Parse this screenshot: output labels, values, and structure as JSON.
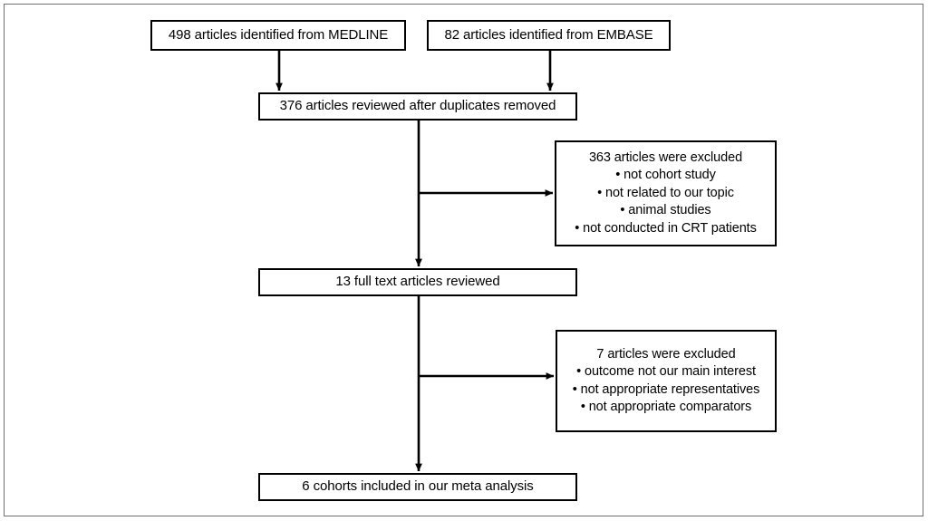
{
  "figure": {
    "type": "prisma-flow-diagram",
    "title": "",
    "colors": {
      "box_border": "#000000",
      "connector": "#000000",
      "background": "#ffffff",
      "frame_border": "#6f6f6f"
    }
  },
  "nodes": {
    "medline": {
      "id": "medline-source",
      "lines": [
        "498 articles identified from MEDLINE"
      ],
      "count": 498,
      "source": "MEDLINE"
    },
    "embase": {
      "id": "embase-source",
      "lines": [
        "82 articles identified from EMBASE"
      ],
      "count": 82,
      "source": "EMBASE"
    },
    "dedup": {
      "id": "duplicates-removed",
      "lines": [
        "376 articles reviewed after duplicates removed"
      ],
      "count": 376
    },
    "excluded_1": {
      "id": "first-exclusion",
      "count": 363,
      "lines": [
        "363 articles were excluded",
        "• not cohort study",
        "• not related to our topic",
        "• animal studies",
        "• not conducted in CRT patients"
      ]
    },
    "fulltext": {
      "id": "full-text-reviewed",
      "lines": [
        "13 full text articles reviewed"
      ],
      "count": 13
    },
    "excluded_2": {
      "id": "second-exclusion",
      "count": 7,
      "lines": [
        "7 articles were excluded",
        "• outcome not our main interest",
        "• not appropriate representatives",
        "• not appropriate comparators"
      ]
    },
    "included": {
      "id": "included-cohorts",
      "lines": [
        "6 cohorts included in our meta analysis"
      ],
      "count": 6
    }
  },
  "connectors": [
    {
      "name": "medline-to-dedup",
      "from": "medline",
      "to": "dedup",
      "kind": "vertical-arrow"
    },
    {
      "name": "embase-to-dedup",
      "from": "embase",
      "to": "dedup",
      "kind": "vertical-arrow"
    },
    {
      "name": "dedup-to-fulltext",
      "from": "dedup",
      "to": "fulltext",
      "kind": "vertical-arrow"
    },
    {
      "name": "dedup-to-excluded-1",
      "from": "dedup",
      "to": "excluded_1",
      "kind": "horizontal-arrow"
    },
    {
      "name": "fulltext-to-included",
      "from": "fulltext",
      "to": "included",
      "kind": "vertical-arrow"
    },
    {
      "name": "fulltext-to-excluded-2",
      "from": "fulltext",
      "to": "excluded_2",
      "kind": "horizontal-arrow"
    }
  ]
}
